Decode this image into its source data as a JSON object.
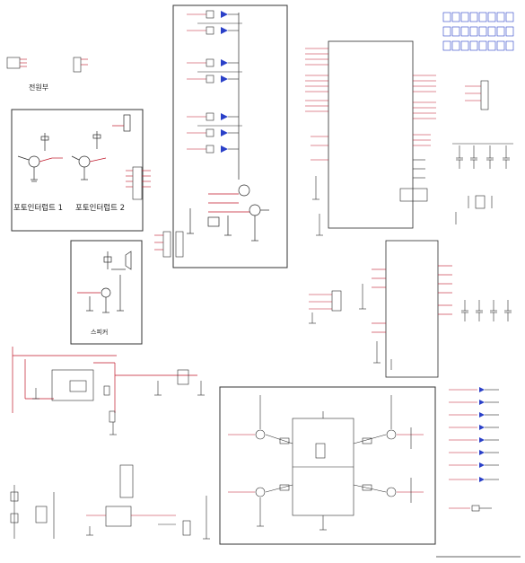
{
  "schematic": {
    "labels": {
      "power_block": "전원부",
      "photo_interrupter_1": "포토인터럽트 1",
      "photo_interrupter_2": "포토인터럽트 2",
      "speaker": "스피커"
    },
    "colors": {
      "wire": "#c0182a",
      "net": "#1a2e9c",
      "component": "#2b2b2b",
      "box": "#333333",
      "led": "#2a40c8"
    }
  }
}
